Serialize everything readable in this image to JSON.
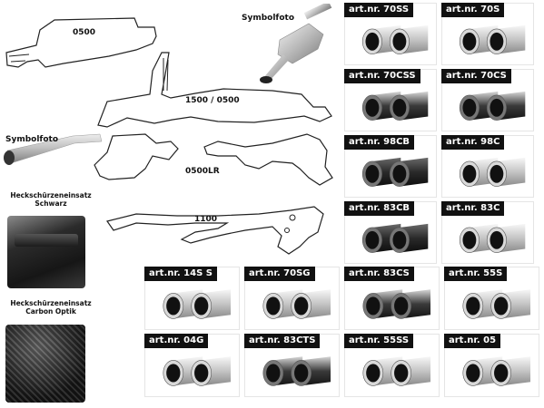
{
  "diagram_labels": {
    "rear_muffler": "0500",
    "symbolfoto_top": "Symbolfoto",
    "mid_system": "1500 / 0500",
    "symbolfoto_left": "Symbolfoto",
    "lr_system": "0500LR",
    "pipe_1100": "1100"
  },
  "swatches": {
    "black": {
      "line1": "Heckschürzeneinsatz",
      "line2": "Schwarz"
    },
    "carbon": {
      "line1": "Heckschürzeneinsatz",
      "line2": "Carbon Optik"
    }
  },
  "products_right": [
    {
      "label": "art.nr. 70SS",
      "finish": "chrome"
    },
    {
      "label": "art.nr. 70S",
      "finish": "chrome"
    },
    {
      "label": "art.nr. 70CSS",
      "finish": "carbon"
    },
    {
      "label": "art.nr. 70CS",
      "finish": "carbon"
    },
    {
      "label": "art.nr. 98CB",
      "finish": "black"
    },
    {
      "label": "art.nr. 98C",
      "finish": "chrome"
    },
    {
      "label": "art.nr. 83CB",
      "finish": "black"
    },
    {
      "label": "art.nr. 83C",
      "finish": "chrome"
    }
  ],
  "products_bottom": [
    {
      "label": "art.nr. 14S S",
      "finish": "chrome"
    },
    {
      "label": "art.nr. 70SG",
      "finish": "chrome"
    },
    {
      "label": "art.nr. 83CS",
      "finish": "carbon"
    },
    {
      "label": "art.nr. 55S",
      "finish": "chrome"
    },
    {
      "label": "art.nr. 04G",
      "finish": "chrome"
    },
    {
      "label": "art.nr. 83CTS",
      "finish": "carbon"
    },
    {
      "label": "art.nr. 55SS",
      "finish": "chrome"
    },
    {
      "label": "art.nr. 05",
      "finish": "chrome"
    }
  ]
}
